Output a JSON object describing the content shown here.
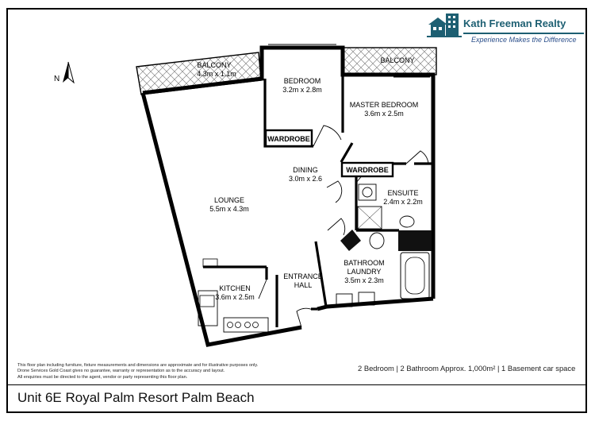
{
  "brand": {
    "name": "Kath Freeman Realty",
    "tagline": "Experience Makes the Difference",
    "logo_icon": "house-building-logo",
    "color": "#1d5f72"
  },
  "compass": {
    "label": "N"
  },
  "rooms": {
    "balcony_left": {
      "name": "BALCONY",
      "size": "4.3m x 1.1m"
    },
    "balcony_right": {
      "name": "BALCONY"
    },
    "bedroom": {
      "name": "BEDROOM",
      "size": "3.2m x 2.8m"
    },
    "master_bedroom": {
      "name": "MASTER BEDROOM",
      "size": "3.6m x 2.5m"
    },
    "wardrobe_1": {
      "name": "WARDROBE"
    },
    "wardrobe_2": {
      "name": "WARDROBE"
    },
    "dining": {
      "name": "DINING",
      "size": "3.0m x 2.6"
    },
    "lounge": {
      "name": "LOUNGE",
      "size": "5.5m x 4.3m"
    },
    "ensuite": {
      "name": "ENSUITE",
      "size": "2.4m x 2.2m"
    },
    "bathroom_laundry": {
      "line1": "BATHROOM",
      "line2": "LAUNDRY",
      "size": "3.5m x 2.3m"
    },
    "kitchen": {
      "name": "KITCHEN",
      "size": "3.6m x 2.5m"
    },
    "entrance_hall": {
      "line1": "ENTRANCE",
      "line2": "HALL"
    }
  },
  "disclaimer": {
    "line1": "This floor plan including furniture, fixture measurements and dimensions are approximate and for illustrative purposes only.",
    "line2": "Drone Services Gold Coast gives no guarantee, warranty or representation as to the accuracy and layout.",
    "line3": "All enquiries must be directed to the agent, vendor or party representing this floor plan."
  },
  "summary": "2 Bedroom | 2 Bathroom Approx. 1,000m² | 1 Basement car space",
  "address": "Unit 6E Royal Palm Resort Palm Beach"
}
